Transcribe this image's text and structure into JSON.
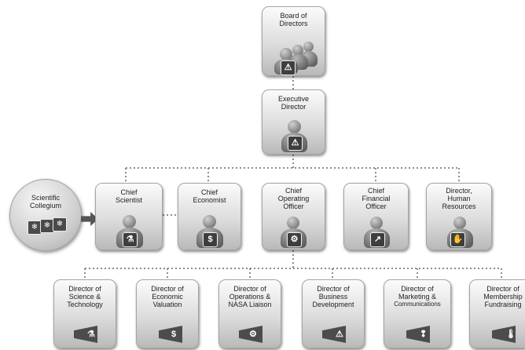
{
  "board": {
    "line1": "Board of",
    "line2": "Directors",
    "badge": "⚠"
  },
  "executive": {
    "line1": "Executive",
    "line2": "Director",
    "badge": "⚠"
  },
  "collegium": {
    "line1": "Scientific",
    "line2": "Collegium",
    "badge": "❄"
  },
  "chiefs": [
    {
      "line1": "Chief",
      "line2": "Scientist",
      "line3": "",
      "badge": "⚗"
    },
    {
      "line1": "Chief",
      "line2": "Economist",
      "line3": "",
      "badge": "$"
    },
    {
      "line1": "Chief",
      "line2": "Operating",
      "line3": "Officer",
      "badge": "⚙"
    },
    {
      "line1": "Chief",
      "line2": "Financial",
      "line3": "Officer",
      "badge": "↗"
    },
    {
      "line1": "Director,",
      "line2": "Human",
      "line3": "Resources",
      "badge": "✋"
    }
  ],
  "directors": [
    {
      "line1": "Director of",
      "line2": "Science &",
      "line3": "Technology",
      "badge": "⚗"
    },
    {
      "line1": "Director of",
      "line2": "Economic",
      "line3": "Valuation",
      "badge": "$"
    },
    {
      "line1": "Director of",
      "line2": "Operations &",
      "line3": "NASA Liaison",
      "badge": "⚙"
    },
    {
      "line1": "Director of",
      "line2": "Business",
      "line3": "Development",
      "badge": "⚠"
    },
    {
      "line1": "Director of",
      "line2": "Marketing &",
      "line3": "Communications",
      "badge": "❢"
    },
    {
      "line1": "Director of",
      "line2": "Membership",
      "line3": "Fundraising",
      "badge": "🌡"
    }
  ]
}
